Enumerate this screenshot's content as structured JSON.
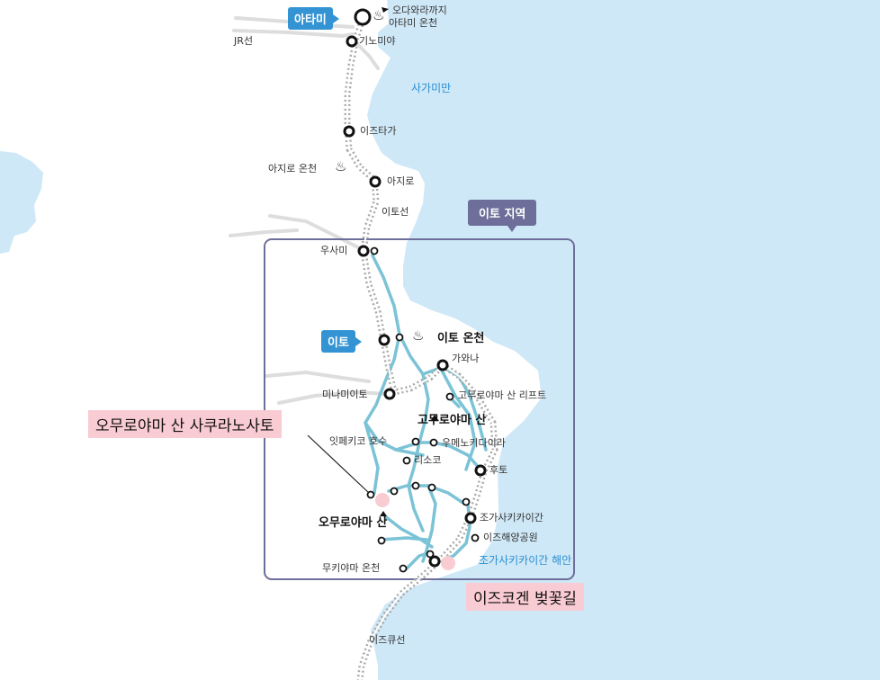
{
  "colors": {
    "sea": "#cfe8f7",
    "land": "#ffffff",
    "rail": "#aaaaaa",
    "road": "#7bc3d6",
    "region_border": "#6d6f9a",
    "callout_blue": "#3393d3",
    "highlight_pink": "#f9cbd2"
  },
  "icons": {
    "onsen": "hot-spring-icon",
    "station": "station-circle-icon",
    "mountain": "mountain-peak-icon"
  },
  "callouts": {
    "atami": "아타미",
    "ito": "이토",
    "region": "이토 지역",
    "sakura": "오무로야마 산 사쿠라노사토",
    "izukogen": "이즈코겐 벚꽃길"
  },
  "labels": {
    "odawara": "오다와라까지",
    "atami_onsen": "아타미 온천",
    "jr_line": "JR선",
    "kinomiya": "기노미야",
    "sagami_bay": "사가미만",
    "izutaga": "이즈타가",
    "ajiro_onsen": "아지로 온천",
    "ajiro": "아지로",
    "ito_line": "이토선",
    "usami": "우사미",
    "ito_onsen": "이토 온천",
    "kawana": "가와나",
    "minamiito": "미나미이토",
    "komuroyama_lift": "고무로야마 산 리프트",
    "komuroyama": "고무로야마 산",
    "ippeki": "잇페키코 호수",
    "umenoki": "우메노키다이라",
    "risoko": "리소코",
    "futo": "후토",
    "omuroyama": "오무로야마 산",
    "jogasaki_station": "조가사키카이간",
    "izu_ocean_park": "이즈해양공원",
    "jogasaki_coast": "조가사키카이간 해안",
    "mukiyama_onsen": "무키야마 온천",
    "izukyu": "이즈큐선"
  }
}
